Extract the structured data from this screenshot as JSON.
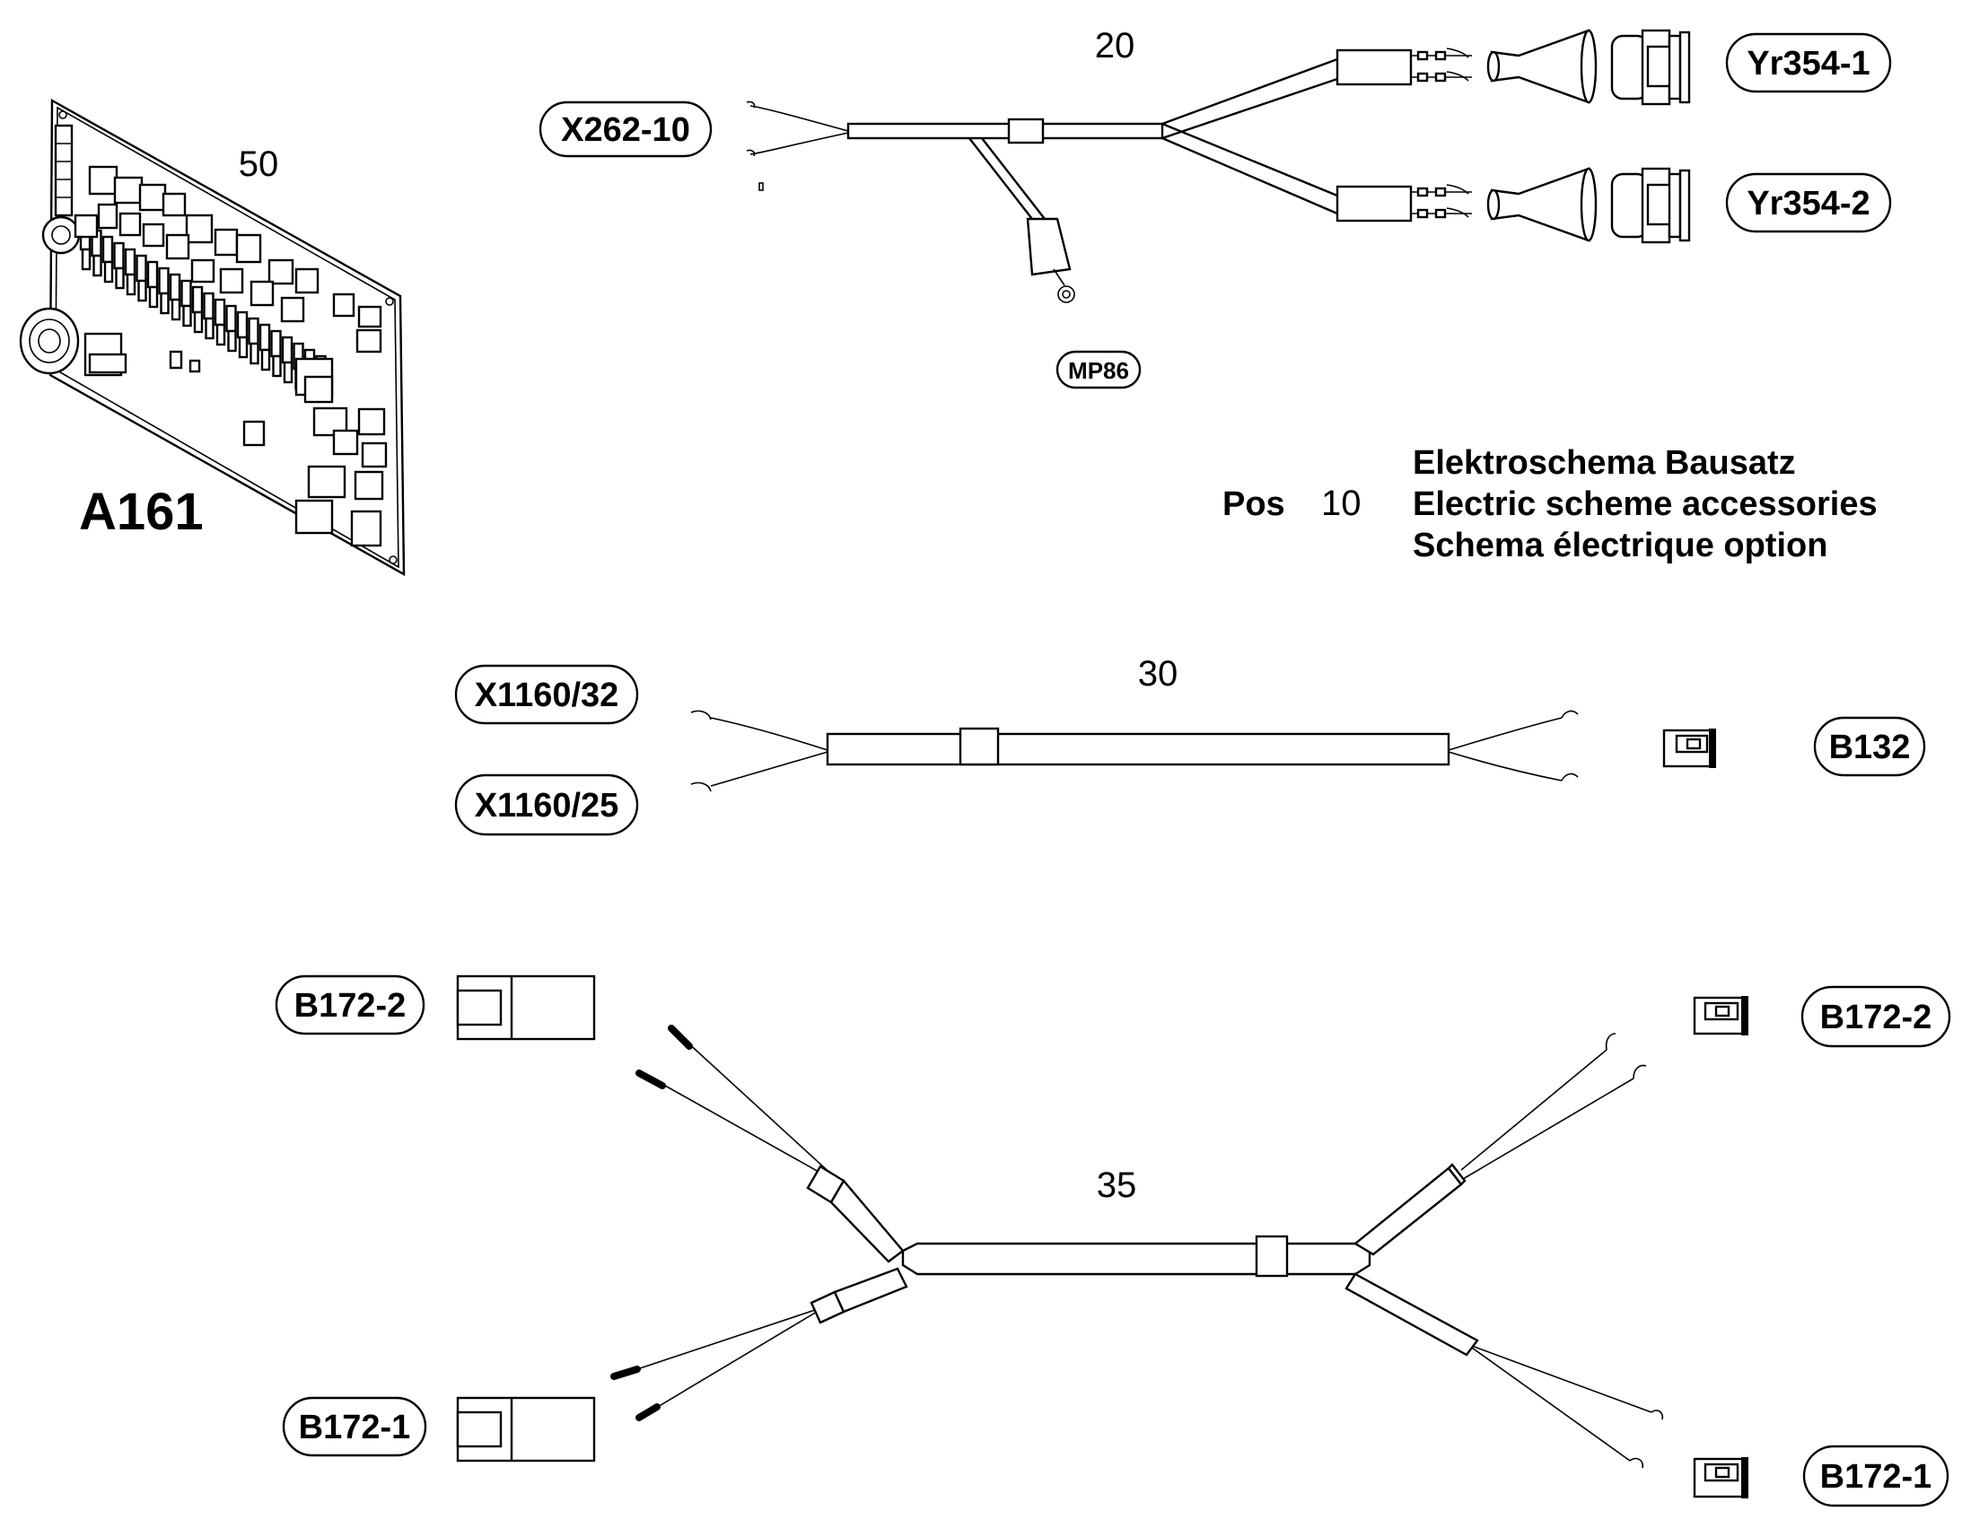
{
  "legend": {
    "pos_label": "Pos",
    "pos_number": "10",
    "line_de": "Elektroschema Bausatz",
    "line_en": "Electric scheme accessories",
    "line_fr": "Schema électrique option"
  },
  "board": {
    "item_number": "50",
    "label": "A161"
  },
  "harness_20": {
    "item_number": "20",
    "connector_left": "X262-10",
    "ground_point": "MP86",
    "connector_top": "Yr354-1",
    "connector_bottom": "Yr354-2"
  },
  "harness_30": {
    "item_number": "30",
    "connector_left_top": "X1160/32",
    "connector_left_bottom": "X1160/25",
    "connector_right": "B132"
  },
  "harness_35": {
    "item_number": "35",
    "connector_left_top": "B172-2",
    "connector_left_bottom": "B172-1",
    "connector_right_top": "B172-2",
    "connector_right_bottom": "B172-1"
  }
}
